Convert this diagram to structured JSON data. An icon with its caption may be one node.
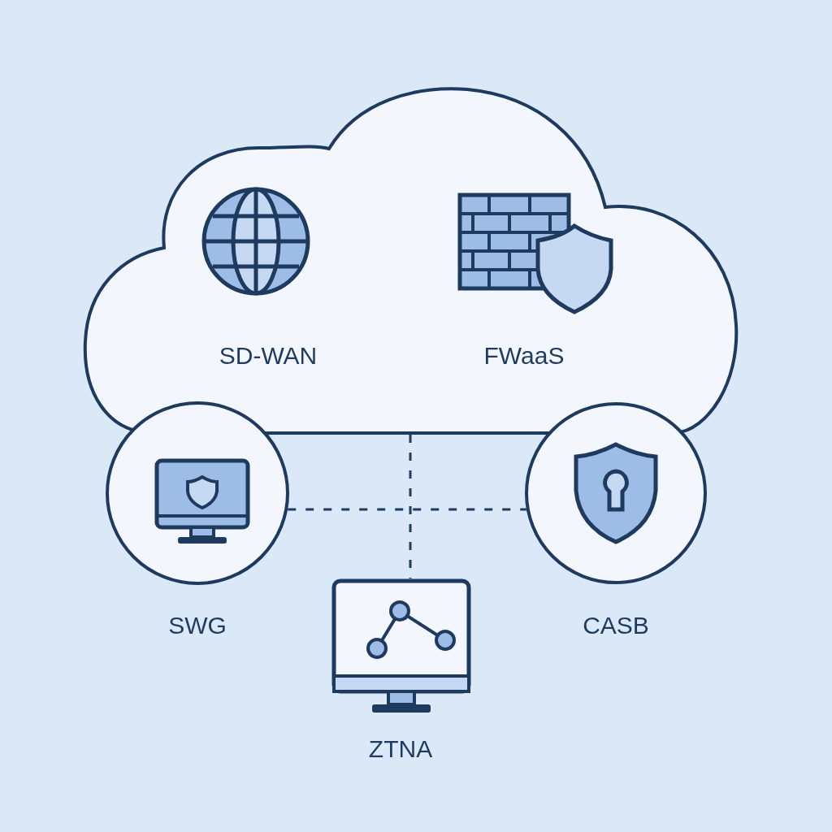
{
  "diagram": {
    "nodes": [
      {
        "text": [
          "SD-WAN",
          "FWaaS"
        ]
      },
      {
        "text": [
          "SWG"
        ]
      },
      {
        "text": [
          "CASB"
        ]
      },
      {
        "text": [
          "ZTNA"
        ]
      }
    ],
    "edges": [
      {
        "from": 0,
        "to": 3,
        "arrow": "none",
        "style": "dashed"
      },
      {
        "from": 1,
        "to": 2,
        "arrow": "none",
        "style": "dashed"
      }
    ]
  }
}
